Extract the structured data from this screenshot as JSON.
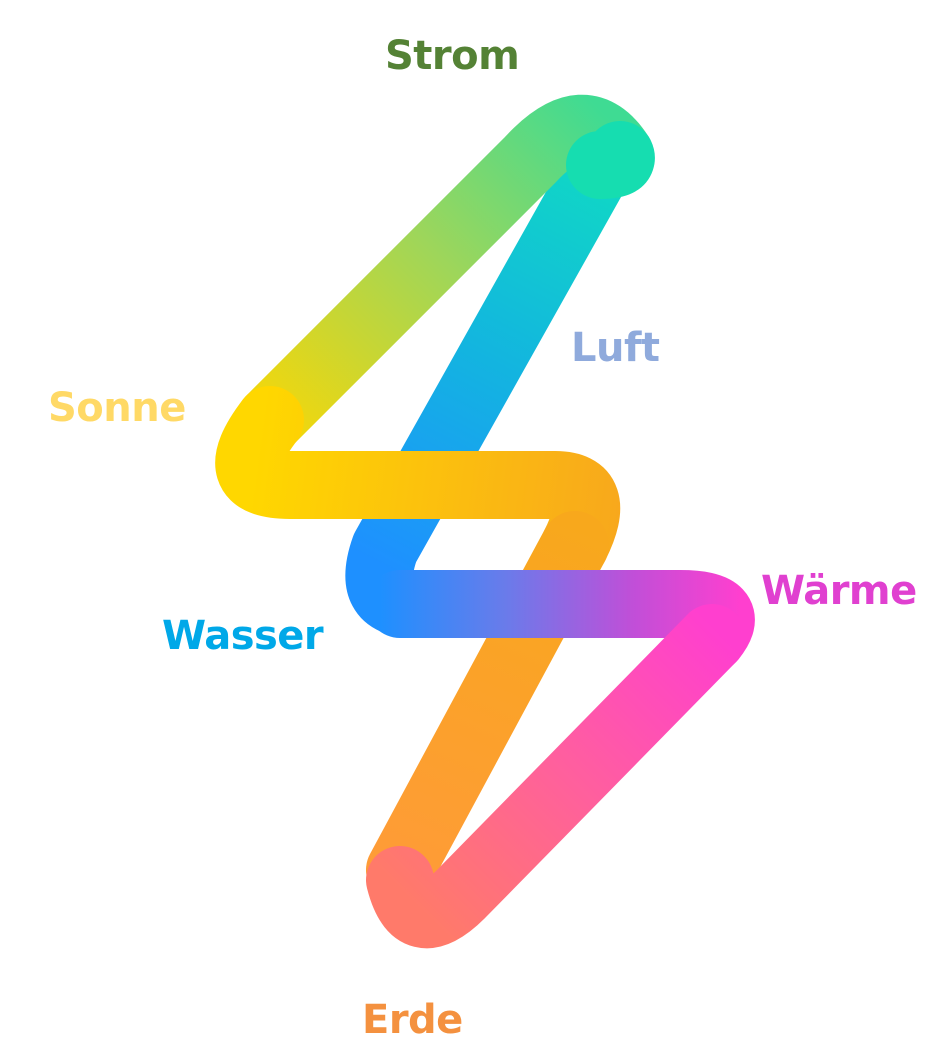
{
  "labels": {
    "strom": {
      "text": "Strom",
      "color": "#548235"
    },
    "luft": {
      "text": "Luft",
      "color": "#8FAADC"
    },
    "sonne": {
      "text": "Sonne",
      "color": "#FFD966"
    },
    "waerme": {
      "text": "Wärme",
      "color": "#E040D0"
    },
    "wasser": {
      "text": "Wasser",
      "color": "#00A8E8"
    },
    "erde": {
      "text": "Erde",
      "color": "#F4913F"
    }
  },
  "logo": {
    "icon": "lightning-bolt-icon",
    "colors": {
      "green": "#3FDB93",
      "teal": "#10D9C4",
      "yellow": "#FFD700",
      "blue": "#1E90FF",
      "orange": "#FFA500",
      "magenta": "#FF3FCF",
      "coral": "#FF7A6A"
    }
  }
}
